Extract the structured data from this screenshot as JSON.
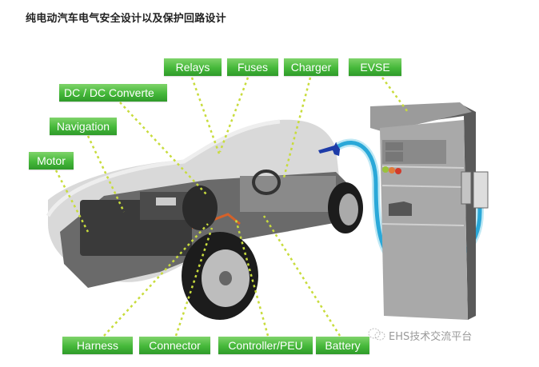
{
  "title": "纯电动汽车电气安全设计以及保护回路设计",
  "labels": {
    "relays": "Relays",
    "fuses": "Fuses",
    "charger": "Charger",
    "evse": "EVSE",
    "dcdc": "DC / DC Converte",
    "navigation": "Navigation",
    "motor": "Motor",
    "harness": "Harness",
    "connector": "Connector",
    "controller": "Controller/PEU",
    "battery": "Battery"
  },
  "watermark": "EHS技术交流平台",
  "colors": {
    "label_green": "#45b83a",
    "leader_line": "#c8dc3c",
    "cable": "#2aa8d8",
    "plug": "#1e3ca8",
    "evse_body": "#a8a8a8"
  }
}
